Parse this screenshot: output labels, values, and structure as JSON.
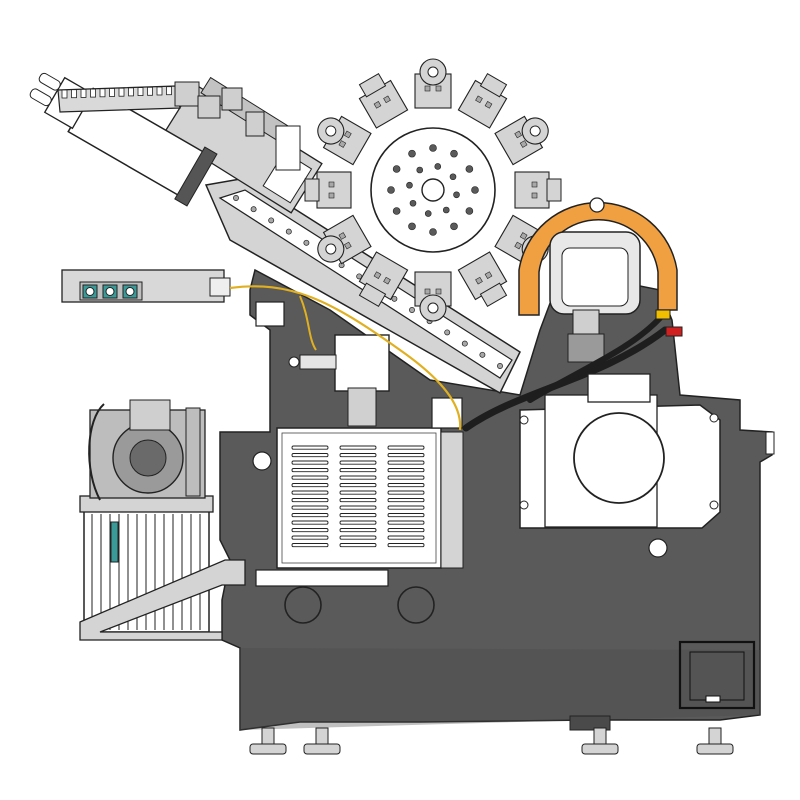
{
  "diagram": {
    "colors": {
      "base": "#5a5a5a",
      "base_dark": "#4a4a4a",
      "panel": "#ffffff",
      "line": "#222222",
      "light_gray": "#d4d4d4",
      "mid_gray": "#a8a8a8",
      "orange": "#f0a040",
      "yellow_pipe": "#e0b020",
      "hose": "#1e1e1e",
      "fitting_red": "#d02020",
      "fitting_yellow": "#f0c000",
      "teal": "#3a9a98"
    },
    "turret_stations": 12,
    "vent_columns": 3,
    "vent_slots_per_column": 14,
    "connector_sockets": 3,
    "leveling_feet": 4
  }
}
